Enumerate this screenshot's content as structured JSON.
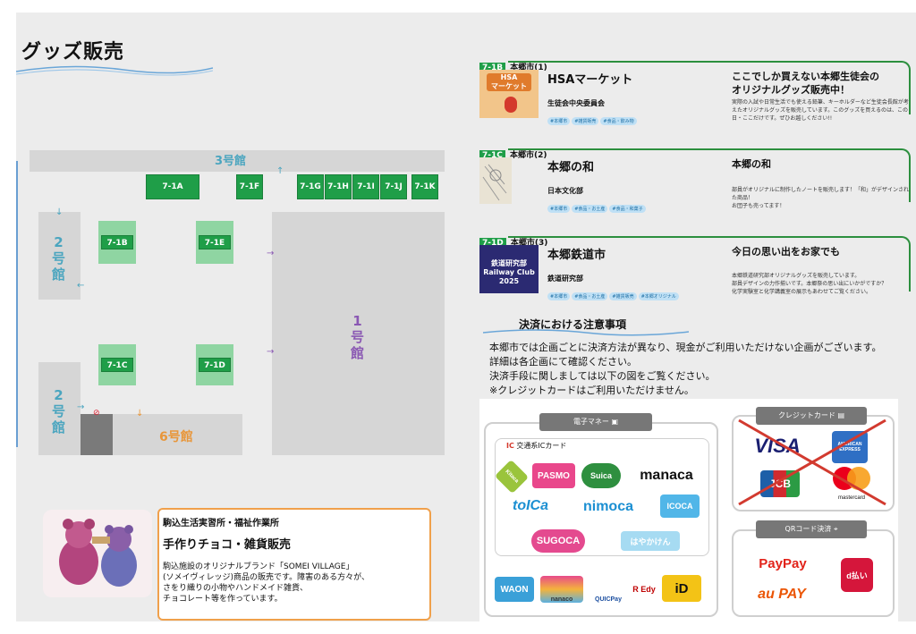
{
  "page_title": "グッズ販売",
  "map": {
    "hall3": "3号館",
    "hall1": "1\n号\n館",
    "hall2a": "2\n号\n館",
    "hall2b": "2\n号\n館",
    "hall6": "6号館",
    "booths_top": [
      "7-1A",
      "7-1F",
      "7-1G",
      "7-1H",
      "7-1I",
      "7-1J",
      "7-1K"
    ],
    "booths_inner": [
      "7-1B",
      "7-1E",
      "7-1C",
      "7-1D"
    ]
  },
  "cards": [
    {
      "tag": "7-1B",
      "location": "本郷市(1)",
      "thumb_text": "HSA\nマーケット",
      "title": "HSAマーケット",
      "org": "生徒会中央委員会",
      "chips": [
        "#本郷市",
        "#雑貨販売",
        "#食品・飲み物"
      ],
      "head": "ここでしか買えない本郷生徒会の\nオリジナルグッズ販売中！",
      "desc": "実際の入試や日常生活でも使える鉛筆、キーホルダーなど生徒会長館が考えたオリジナルグッズを販売しています。このグッズを買えるのは、この日・ここだけです。ぜひお越しください!!"
    },
    {
      "tag": "7-1C",
      "location": "本郷市(2)",
      "thumb_text": "",
      "title": "本郷の和",
      "org": "日本文化部",
      "chips": [
        "#本郷市",
        "#食品・お土産",
        "#食品・和菓子"
      ],
      "head": "本郷の和",
      "desc": "部員がオリジナルに制作したノートを販売します！「和」がデザインされた商品！\nお団子も売ってます！"
    },
    {
      "tag": "7-1D",
      "location": "本郷市(3)",
      "thumb_text": "鉄道研究部\nRailway Club\n2025",
      "title": "本郷鉄道市",
      "org": "鉄道研究部",
      "chips": [
        "#本郷市",
        "#食品・お土産",
        "#雑貨販売",
        "#本郷オリジナル"
      ],
      "head": "今日の思い出をお家でも",
      "desc": "本郷鉄道研究部オリジナルグッズを販売しています。\n部員デザインの力作揃いです。本郷祭の思い出にいかがですか？\n化学実験室と化学講義室の展示もあわせてご覧ください。"
    }
  ],
  "notice": {
    "title": "決済における注意事項",
    "lines": [
      "本郷市では企画ごとに決済方法が異なり、現金がご利用いただけない企画がございます。",
      "詳細は各企画にて確認ください。",
      "決済手段に関しましては以下の図をご覧ください。",
      "※クレジットカードはご利用いただけません。"
    ]
  },
  "payments": {
    "emoney_label": "電子マネー",
    "ic_label": "交通系ICカード",
    "ic_logos": [
      "Kitaca",
      "PASMO",
      "Suica",
      "manaca",
      "toICa",
      "nimoca",
      "ICOCA",
      "SUGOCA",
      "はやかけん"
    ],
    "other_logos": [
      "WAON",
      "nanaco",
      "QUICPay",
      "R Edy",
      "iD"
    ],
    "credit_label": "クレジットカード",
    "credit_logos": [
      "VISA",
      "AMERICAN EXPRESS",
      "JCB",
      "mastercard"
    ],
    "qr_label": "QRコード決済",
    "qr_logos": [
      "PayPay",
      "au PAY",
      "d払い"
    ]
  },
  "bottom": {
    "place": "駒込生活実習所・福祉作業所",
    "title": "手作りチョコ・雑貨販売",
    "text": "駒込施設のオリジナルブランド「SOMEI VILLAGE」\n(ソメイヴィレッジ)商品の販売です。障害のある方々が、\nさをり織りの小物やハンドメイド雑貨、\nチョコレート等を作っています。"
  },
  "colors": {
    "booth_green": "#1f9e48",
    "hall_blue": "#4aa5bf",
    "hall6_orange": "#e8963a",
    "card_border_orange": "#f0a04b"
  }
}
